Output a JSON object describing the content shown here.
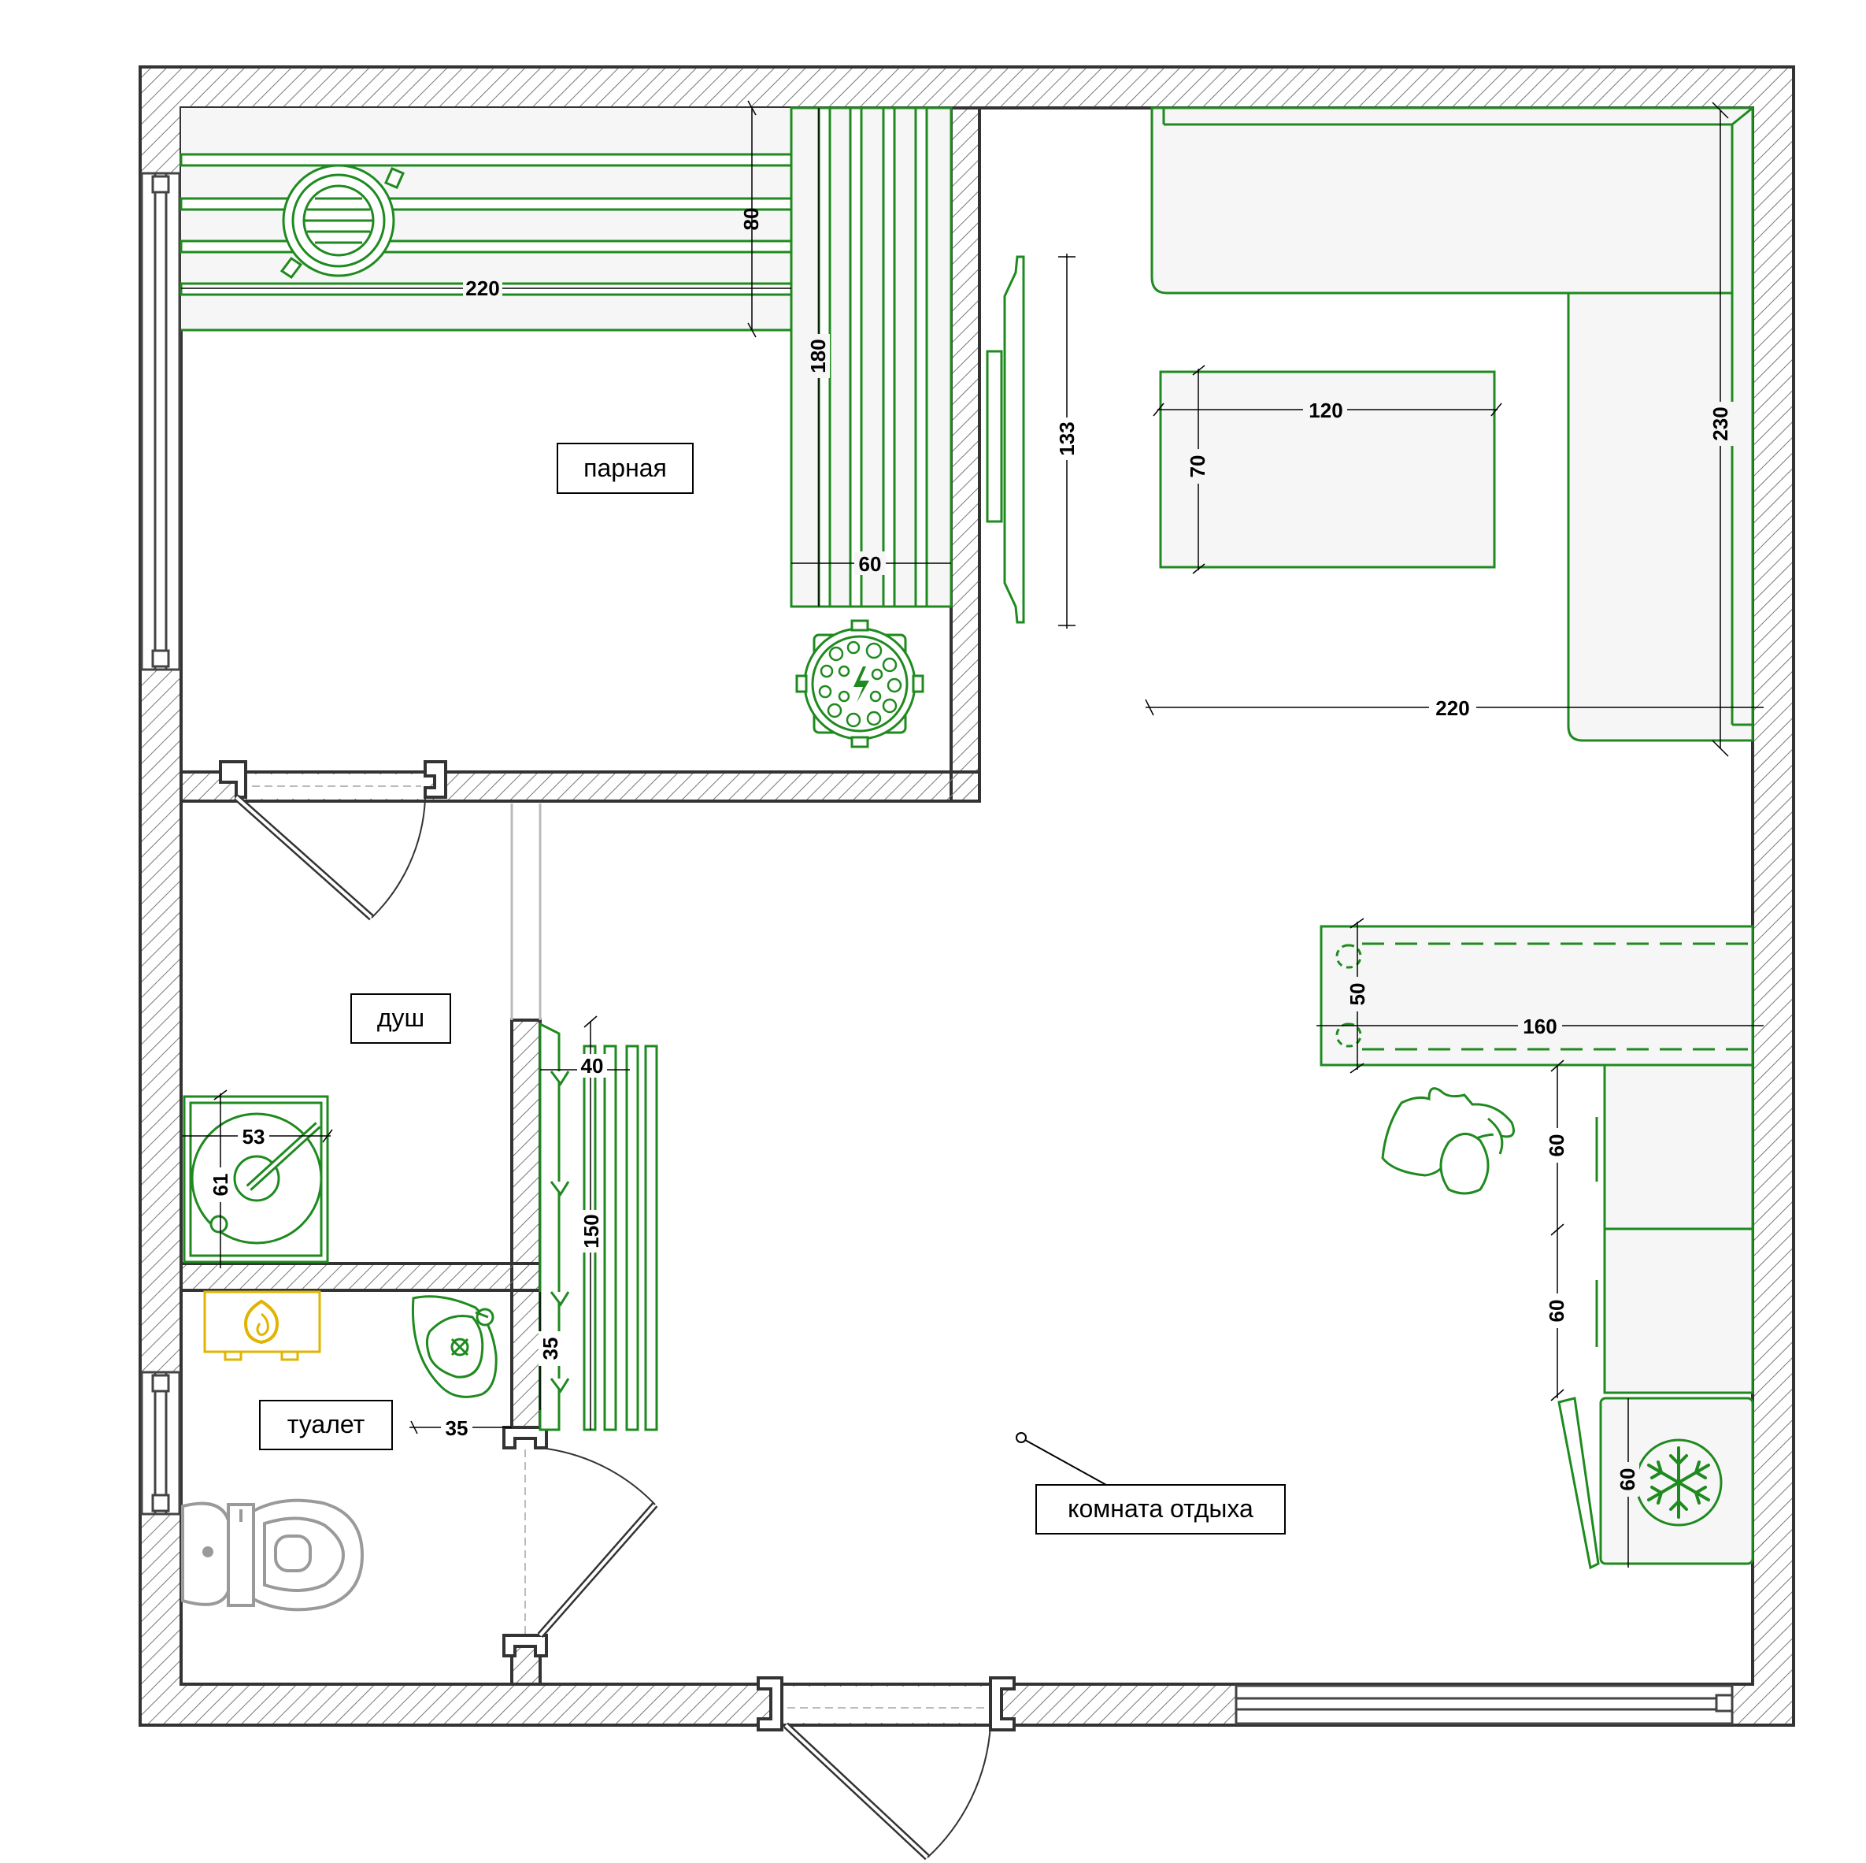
{
  "rooms": {
    "steam": "парная",
    "shower": "душ",
    "toilet": "туалет",
    "lounge": "комната отдыха"
  },
  "dimensions": {
    "steam_bench_upper_len": "220",
    "steam_bench_upper_depth": "80",
    "steam_bench_side_len": "180",
    "steam_bench_side_depth": "60",
    "lounge_tv_width": "133",
    "lounge_table_len": "120",
    "lounge_table_depth": "70",
    "lounge_sofa_len": "220",
    "lounge_sofa_depth": "230",
    "lounge_counter_len": "160",
    "lounge_counter_depth": "50",
    "lounge_cabinet_1": "60",
    "lounge_cabinet_2": "60",
    "lounge_fridge": "60",
    "shower_bench_depth": "40",
    "shower_bench_len": "150",
    "shower_tray_width": "53",
    "shower_tray_depth": "61",
    "toilet_sink_depth": "35",
    "toilet_sink_width": "35"
  },
  "colors": {
    "wall": "#333333",
    "furniture": "#1f8a1f",
    "boiler": "#e0b400",
    "fixture_gray": "#9a9a9a"
  },
  "icons": [
    "sauna-bucket-icon",
    "sauna-stove-icon",
    "water-heater-icon",
    "snowflake-icon",
    "sink-icon",
    "toilet-icon",
    "armchair-icon"
  ]
}
